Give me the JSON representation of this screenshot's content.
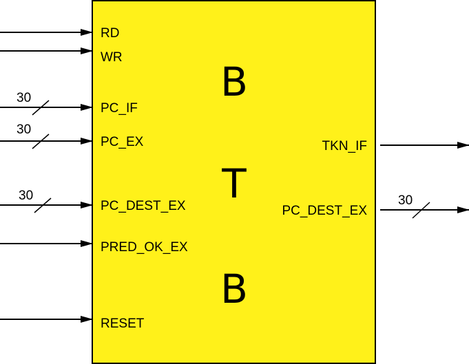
{
  "block": {
    "fill": "#fff11a",
    "stroke": "#000000",
    "letters": [
      "B",
      "T",
      "B"
    ]
  },
  "inputs": [
    {
      "label": "RD",
      "bus_width": ""
    },
    {
      "label": "WR",
      "bus_width": ""
    },
    {
      "label": "PC_IF",
      "bus_width": "30"
    },
    {
      "label": "PC_EX",
      "bus_width": "30"
    },
    {
      "label": "PC_DEST_EX",
      "bus_width": "30"
    },
    {
      "label": "PRED_OK_EX",
      "bus_width": ""
    },
    {
      "label": "RESET",
      "bus_width": ""
    }
  ],
  "outputs": [
    {
      "label": "TKN_IF",
      "bus_width": ""
    },
    {
      "label": "PC_DEST_EX",
      "bus_width": "30"
    }
  ]
}
